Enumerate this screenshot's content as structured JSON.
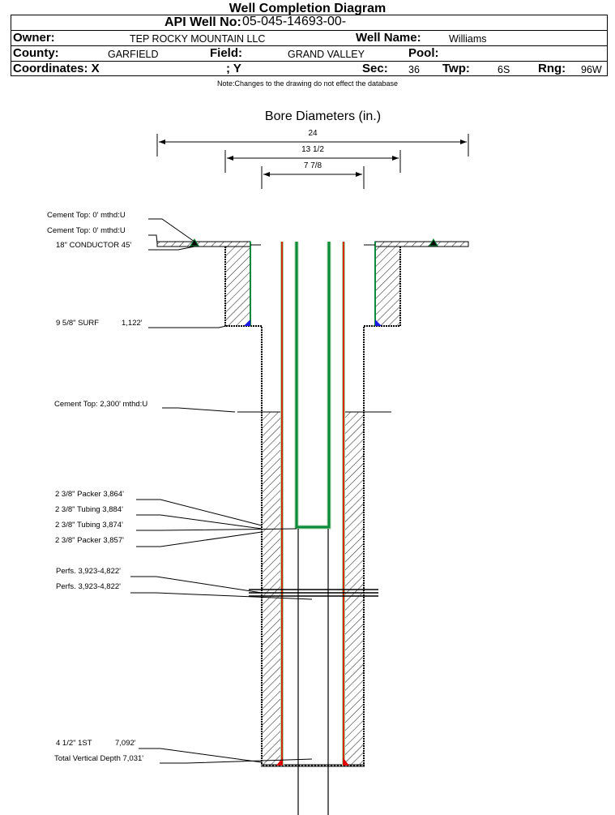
{
  "title": "Well Completion Diagram",
  "header": {
    "api_label": "API Well No:",
    "api_value": "05-045-14693-00-",
    "owner_label": "Owner:",
    "owner_value": "TEP ROCKY MOUNTAIN LLC",
    "well_name_label": "Well Name:",
    "well_name_value": "Williams",
    "county_label": "County:",
    "county_value": "GARFIELD",
    "field_label": "Field:",
    "field_value": "GRAND VALLEY",
    "pool_label": "Pool:",
    "pool_value": "",
    "coords_label": "Coordinates: X",
    "coords_y_label": "; Y",
    "sec_label": "Sec:",
    "sec_value": "36",
    "twp_label": "Twp:",
    "twp_value": "6S",
    "rng_label": "Rng:",
    "rng_value": "96W"
  },
  "note": "Note:Changes to the drawing do not effect the database",
  "bore": {
    "title": "Bore Diameters (in.)",
    "dims": [
      "24",
      "13 1/2",
      "7 7/8"
    ]
  },
  "labels": {
    "cement_top_1": "Cement Top: 0' mthd:U",
    "cement_top_2": "Cement Top: 0' mthd:U",
    "conductor": "18\" CONDUCTOR  45'",
    "surf_name": "9 5/8\" SURF",
    "surf_depth": "1,122'",
    "cement_top_3": "Cement Top: 2,300' mthd:U",
    "packer_1": "2 3/8\" Packer 3,864'",
    "tubing_1": "2 3/8\" Tubing 3,884'",
    "tubing_2": "2 3/8\" Tubing 3,874'",
    "packer_2": "2 3/8\" Packer 3,857'",
    "perfs_1": "Perfs. 3,923-4,822'",
    "perfs_2": "Perfs. 3,923-4,822'",
    "prod_name": "4 1/2\" 1ST",
    "prod_depth": "7,092'",
    "tvd": "Total Vertical Depth 7,031'"
  },
  "colors": {
    "casing_red": "#d42a0a",
    "tubing_green": "#0a8a3a",
    "cement_blue": "#1a1ae6",
    "shoe_red": "#e00000"
  }
}
